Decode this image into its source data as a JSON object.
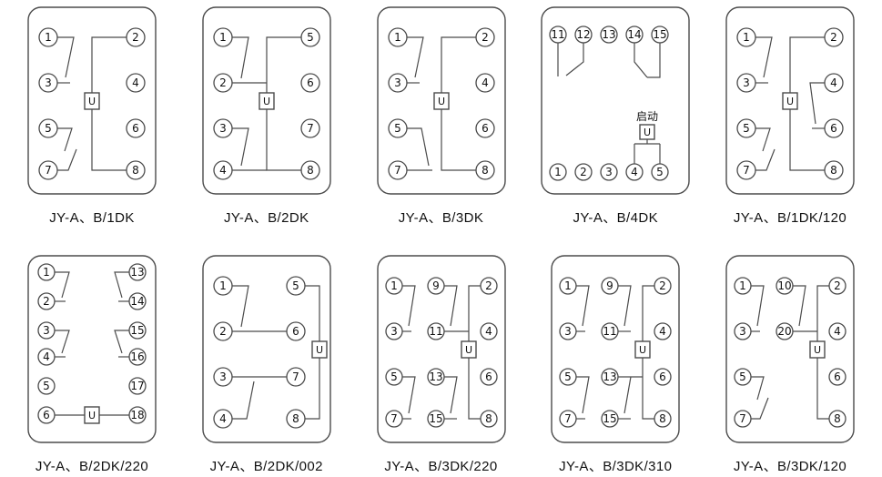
{
  "page": {
    "background": "#ffffff",
    "line_color": "#4b4b4b"
  },
  "diagrams": [
    {
      "caption": "JY-A、B/1DK",
      "coil_label": "U",
      "left": [
        "1",
        "3",
        "5",
        "7"
      ],
      "right": [
        "2",
        "4",
        "6",
        "8"
      ]
    },
    {
      "caption": "JY-A、B/2DK",
      "coil_label": "U",
      "left": [
        "1",
        "2",
        "3",
        "4"
      ],
      "right": [
        "5",
        "6",
        "7",
        "8"
      ]
    },
    {
      "caption": "JY-A、B/3DK",
      "coil_label": "U",
      "left": [
        "1",
        "3",
        "5",
        "7"
      ],
      "right": [
        "2",
        "4",
        "6",
        "8"
      ]
    },
    {
      "caption": "JY-A、B/4DK",
      "coil_label": "U",
      "start_label": "启动",
      "top": [
        "11",
        "12",
        "13",
        "14",
        "15"
      ],
      "bottom": [
        "1",
        "2",
        "3",
        "4",
        "5"
      ]
    },
    {
      "caption": "JY-A、B/1DK/120",
      "coil_label": "U",
      "left": [
        "1",
        "3",
        "5",
        "7"
      ],
      "right": [
        "2",
        "4",
        "6",
        "8"
      ]
    },
    {
      "caption": "JY-A、B/2DK/220",
      "coil_label": "U",
      "left": [
        "1",
        "2",
        "3",
        "4",
        "5",
        "6"
      ],
      "right": [
        "13",
        "14",
        "15",
        "16",
        "17",
        "18"
      ]
    },
    {
      "caption": "JY-A、B/2DK/002",
      "coil_label": "U",
      "left": [
        "1",
        "2",
        "3",
        "4"
      ],
      "right": [
        "5",
        "6",
        "7",
        "8"
      ]
    },
    {
      "caption": "JY-A、B/3DK/220",
      "coil_label": "U",
      "left": [
        "1",
        "3",
        "5",
        "7"
      ],
      "mid": [
        "9",
        "11",
        "13",
        "15"
      ],
      "right": [
        "2",
        "4",
        "6",
        "8"
      ]
    },
    {
      "caption": "JY-A、B/3DK/310",
      "coil_label": "U",
      "left": [
        "1",
        "3",
        "5",
        "7"
      ],
      "mid": [
        "9",
        "11",
        "13",
        "15"
      ],
      "right": [
        "2",
        "4",
        "6",
        "8"
      ]
    },
    {
      "caption": "JY-A、B/3DK/120",
      "coil_label": "U",
      "left": [
        "1",
        "3",
        "5",
        "7"
      ],
      "mid": [
        "10",
        "20"
      ],
      "right": [
        "2",
        "4",
        "6",
        "8"
      ]
    }
  ]
}
